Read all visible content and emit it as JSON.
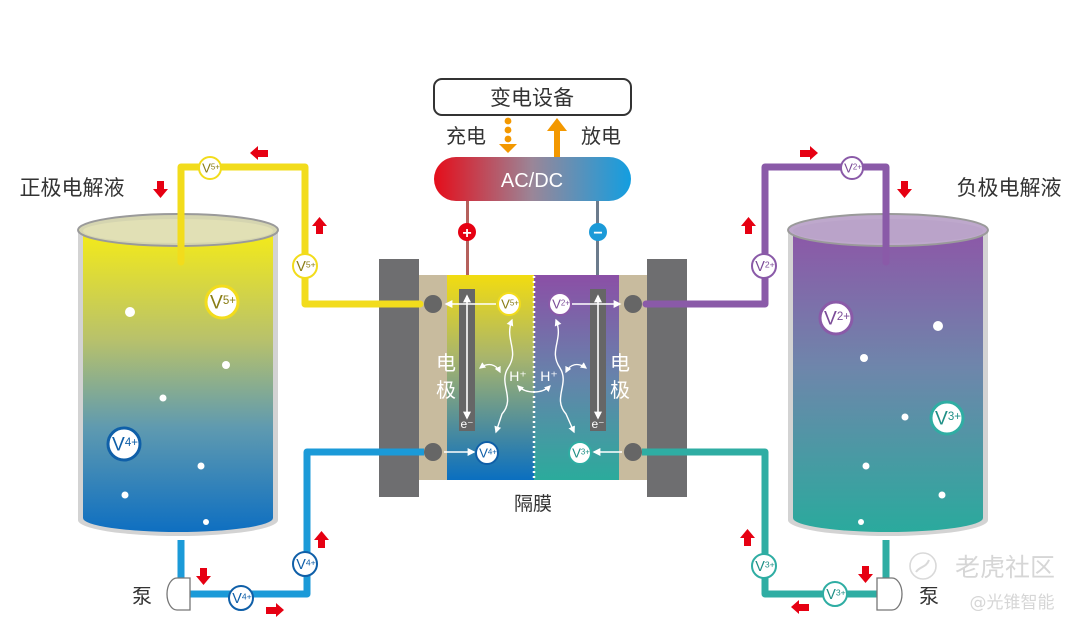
{
  "labels": {
    "power_equipment": "变电设备",
    "charge": "充电",
    "discharge": "放电",
    "converter": "AC/DC",
    "positive_terminal": "+",
    "negative_terminal": "−",
    "positive_electrolyte": "正极电解液",
    "negative_electrolyte": "负极电解液",
    "electrode_left_1": "电",
    "electrode_left_2": "极",
    "electrode_right_1": "电",
    "electrode_right_2": "极",
    "membrane": "隔膜",
    "pump_left": "泵",
    "pump_right": "泵",
    "electron_left": "e⁻",
    "electron_right": "e⁻",
    "proton_left": "H⁺",
    "proton_right": "H⁺"
  },
  "ions": {
    "v5": {
      "base": "V",
      "charge": "5+"
    },
    "v4": {
      "base": "V",
      "charge": "4+"
    },
    "v2": {
      "base": "V",
      "charge": "2+"
    },
    "v3": {
      "base": "V",
      "charge": "3+"
    }
  },
  "watermark": {
    "brand": "老虎社区",
    "author": "@光锥智能"
  },
  "colors": {
    "yellow": "#f2dc1c",
    "blue": "#1b9ad8",
    "purple": "#8a5aa8",
    "teal": "#2fada3",
    "red_arrow": "#e60012",
    "orange_arrow": "#f39800",
    "electrode_gray": "#666666",
    "plate_gray": "#6e6e70",
    "felt": "#c8bb9e"
  }
}
